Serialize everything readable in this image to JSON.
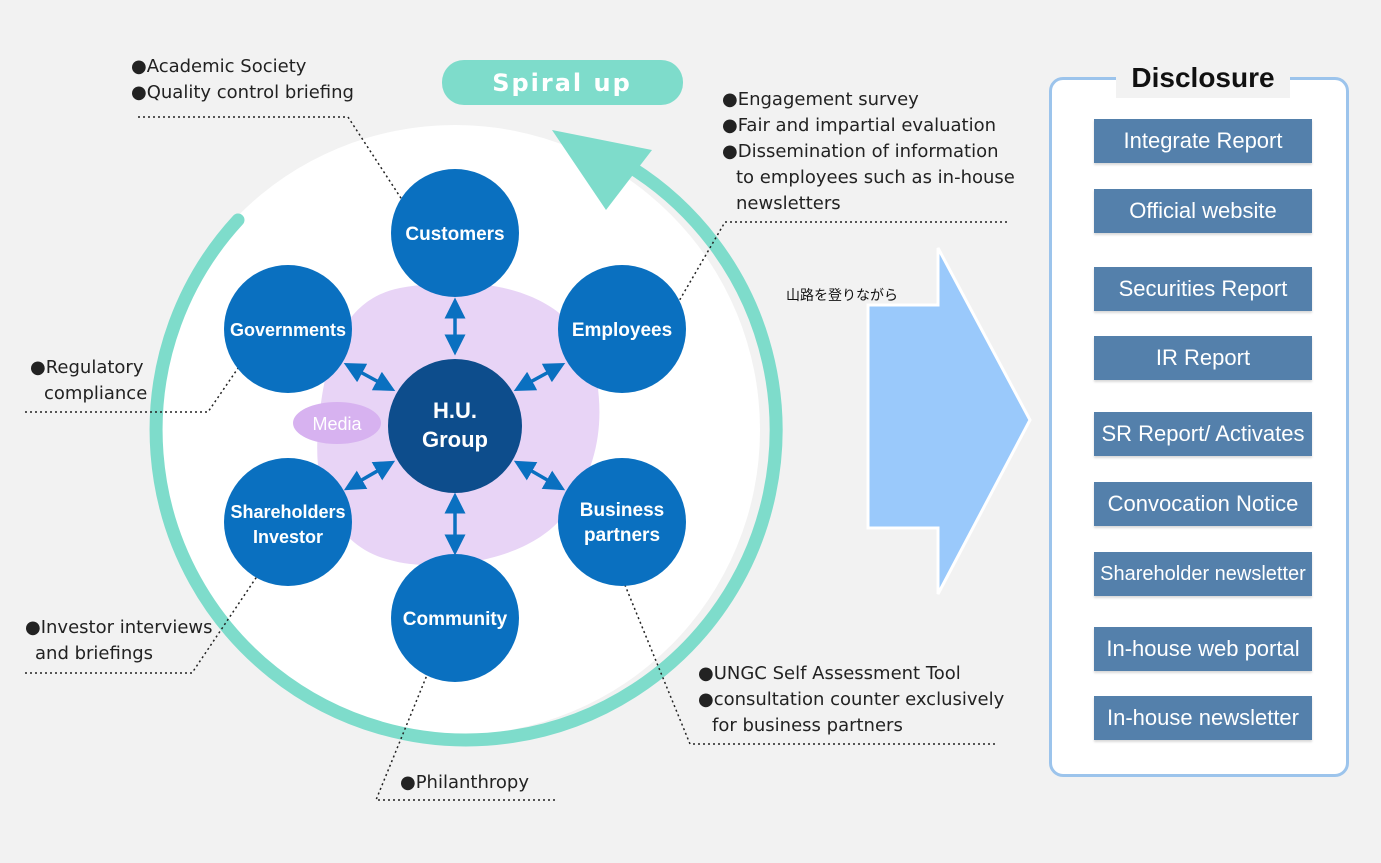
{
  "spiral_label": "Spiral up",
  "center": {
    "line1": "H.U.",
    "line2": "Group"
  },
  "media_label": "Media",
  "stakeholders": {
    "customers": "Customers",
    "employees": "Employees",
    "business_partners": [
      "Business",
      "partners"
    ],
    "community": "Community",
    "shareholders": [
      "Shareholders",
      "Investor"
    ],
    "governments": "Governments"
  },
  "annotations": {
    "customers": [
      "●Academic Society",
      "●Quality control briefing"
    ],
    "employees": [
      "●Engagement survey",
      "●Fair and impartial evaluation",
      "●Dissemination of information",
      "to employees such as in-house",
      "newsletters"
    ],
    "governments": [
      "●Regulatory",
      "compliance"
    ],
    "shareholders": [
      "●Investor interviews",
      "and briefings"
    ],
    "community": [
      "●Philanthropy"
    ],
    "business_partners": [
      "●UNGC Self Assessment Tool",
      "●consultation counter exclusively",
      "for business partners"
    ]
  },
  "arrow_caption": "山路を登りながら",
  "disclosure": {
    "title": "Disclosure",
    "items": [
      "Integrate Report",
      "Official website",
      "Securities Report",
      "IR Report",
      "SR Report/ Activates",
      "Convocation Notice",
      "Shareholder newsletter",
      "In-house web portal",
      "In-house newsletter"
    ]
  },
  "colors": {
    "spiral": "#7edccb",
    "node": "#0a70c0",
    "center": "#0d4d8c",
    "halo": "#e8d4f6",
    "media": "#d7b2f0",
    "arrow": "#9ac9fb",
    "disclosure_button": "#5480ab"
  }
}
